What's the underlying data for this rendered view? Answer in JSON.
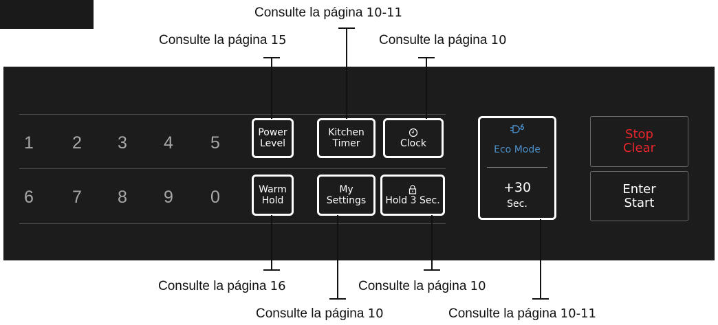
{
  "keypad": {
    "digits_row1": [
      "1",
      "2",
      "3",
      "4",
      "5"
    ],
    "digits_row2": [
      "6",
      "7",
      "8",
      "9",
      "0"
    ]
  },
  "buttons": {
    "power_level": [
      "Power",
      "Level"
    ],
    "kitchen_timer": [
      "Kitchen",
      "Timer"
    ],
    "clock": "Clock",
    "warm_hold": [
      "Warm",
      "Hold"
    ],
    "my_settings": [
      "My",
      "Settings"
    ],
    "hold_3_sec": "Hold 3 Sec.",
    "eco_mode": "Eco Mode",
    "plus30": "+30",
    "plus30_sec": "Sec.",
    "stop_clear": [
      "Stop",
      "Clear"
    ],
    "enter_start": [
      "Enter",
      "Start"
    ]
  },
  "callouts": {
    "kitchen_timer": {
      "text": "Consulte la página",
      "page": "10-11"
    },
    "power_level": {
      "text": "Consulte la página",
      "page": "15"
    },
    "clock": {
      "text": "Consulte la página",
      "page": "10"
    },
    "warm_hold": {
      "text": "Consulte la página",
      "page": "16"
    },
    "lock": {
      "text": "Consulte la página",
      "page": "10"
    },
    "my_settings": {
      "text": "Consulte la página",
      "page": "10"
    },
    "eco_plus30": {
      "text": "Consulte la página",
      "page": "10-11"
    }
  },
  "colors": {
    "panel": "#1c1c1c",
    "button_border": "#ffffff",
    "eco_accent": "#4b8fc9",
    "stop_red": "#e8262c",
    "digit_gray": "#a8a8a8"
  },
  "icons": [
    "clock-icon",
    "lock-icon",
    "eco-plug-icon"
  ]
}
